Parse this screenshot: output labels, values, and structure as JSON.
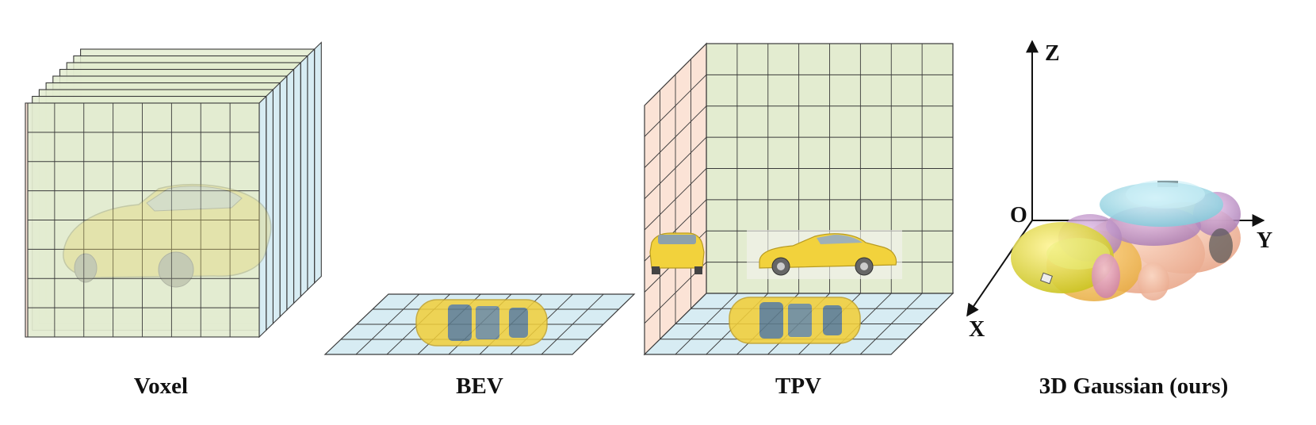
{
  "panels": {
    "voxel": {
      "caption": "Voxel"
    },
    "bev": {
      "caption": "BEV"
    },
    "tpv": {
      "caption": "TPV"
    },
    "gaussian": {
      "caption": "3D Gaussian (ours)"
    }
  },
  "axes": {
    "z": "Z",
    "y": "Y",
    "x": "X",
    "origin": "O"
  },
  "colors": {
    "grid_green": "#e3ecd0",
    "grid_blue": "#d7ecf3",
    "grid_peach": "#fbe3d6",
    "grid_line": "#3a3a3a",
    "car_yellow": "#f2d23c"
  }
}
